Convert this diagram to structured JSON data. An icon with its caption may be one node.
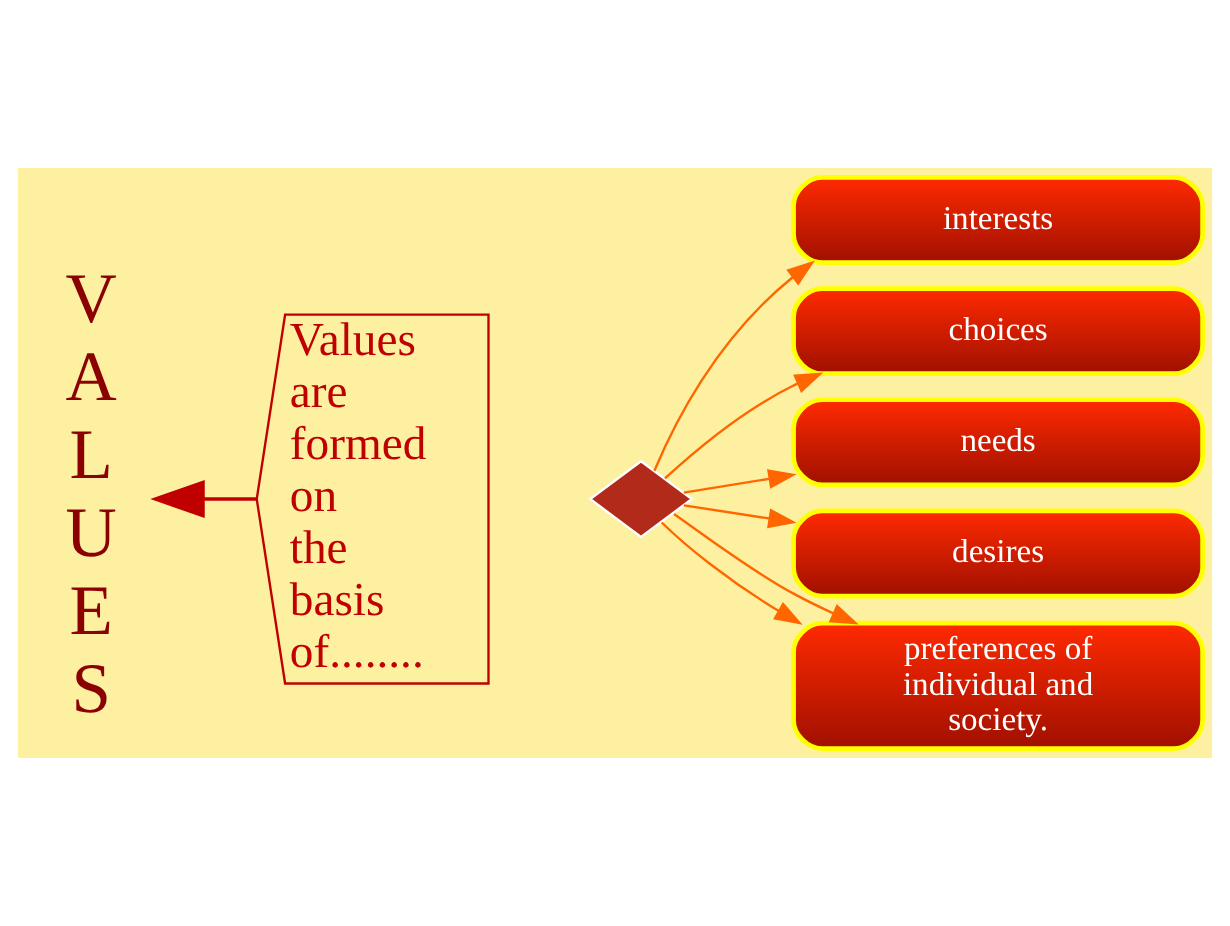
{
  "diagram": {
    "nodes": [
      {
        "text": [
          "V A L U E S"
        ]
      },
      {
        "text": [
          "Values are formed on the basis of........"
        ]
      },
      {
        "text": [],
        "shape": "arrow"
      },
      {
        "text": [
          "interests"
        ]
      },
      {
        "text": [
          "choices"
        ]
      },
      {
        "text": [
          "needs"
        ]
      },
      {
        "text": [
          "desires"
        ]
      },
      {
        "text": [
          "preferences of individual and society."
        ]
      }
    ],
    "edges": [
      {
        "from": 1,
        "to": 0,
        "arrow": "to",
        "color": "#c00000"
      },
      {
        "from": 2,
        "to": 3,
        "arrow": "to"
      },
      {
        "from": 2,
        "to": 4,
        "arrow": "to"
      },
      {
        "from": 2,
        "to": 5,
        "arrow": "to"
      },
      {
        "from": 2,
        "to": 6,
        "arrow": "to"
      },
      {
        "from": 2,
        "to": 7,
        "arrow": "to"
      },
      {
        "from": 2,
        "to": 7,
        "arrow": "to"
      }
    ]
  }
}
